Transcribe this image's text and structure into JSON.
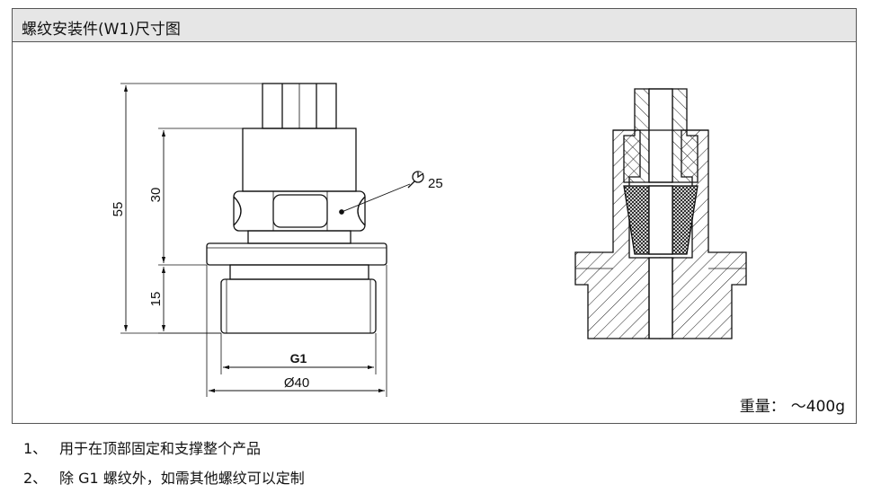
{
  "header": {
    "title": "螺纹安装件(W1)尺寸图"
  },
  "drawing": {
    "dim_overall_height": "55",
    "dim_upper_height": "30",
    "dim_thread_height": "15",
    "dim_thread": "G1",
    "dim_diameter": "Ø40",
    "wrench_size": "25",
    "wrench_icon": "wrench-icon"
  },
  "weight": {
    "label": "重量：",
    "value": "～400g"
  },
  "notes": [
    {
      "num": "1、",
      "text": "用于在顶部固定和支撑整个产品"
    },
    {
      "num": "2、",
      "text": "除 G1 螺纹外，如需其他螺纹可以定制"
    }
  ]
}
